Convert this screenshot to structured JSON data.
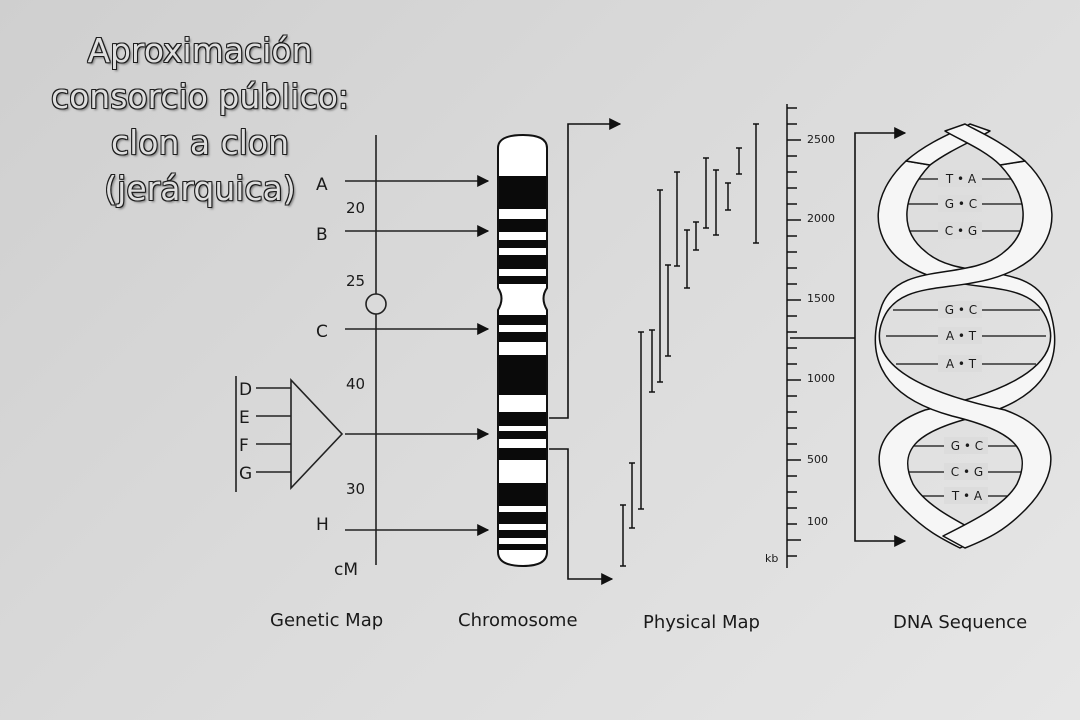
{
  "title": {
    "line1": "Aproximación",
    "line2": "consorcio público:",
    "line3": "clon a clon",
    "line4": "(jerárquica)"
  },
  "genetic_map": {
    "markers": [
      "A",
      "B",
      "C",
      "D",
      "E",
      "F",
      "G",
      "H"
    ],
    "distances": [
      "20",
      "25",
      "40",
      "30"
    ],
    "unit": "cM",
    "label": "Genetic Map"
  },
  "chromosome": {
    "label": "Chromosome"
  },
  "physical_map": {
    "label": "Physical Map",
    "scale_ticks": [
      "2500",
      "2000",
      "1500",
      "1000",
      "500",
      "100"
    ],
    "unit": "kb"
  },
  "dna_sequence": {
    "label": "DNA Sequence",
    "pairs": [
      "T • A",
      "G • C",
      "C • G",
      "G • C",
      "A • T",
      "A • T",
      "G • C",
      "C • G",
      "T • A"
    ]
  }
}
